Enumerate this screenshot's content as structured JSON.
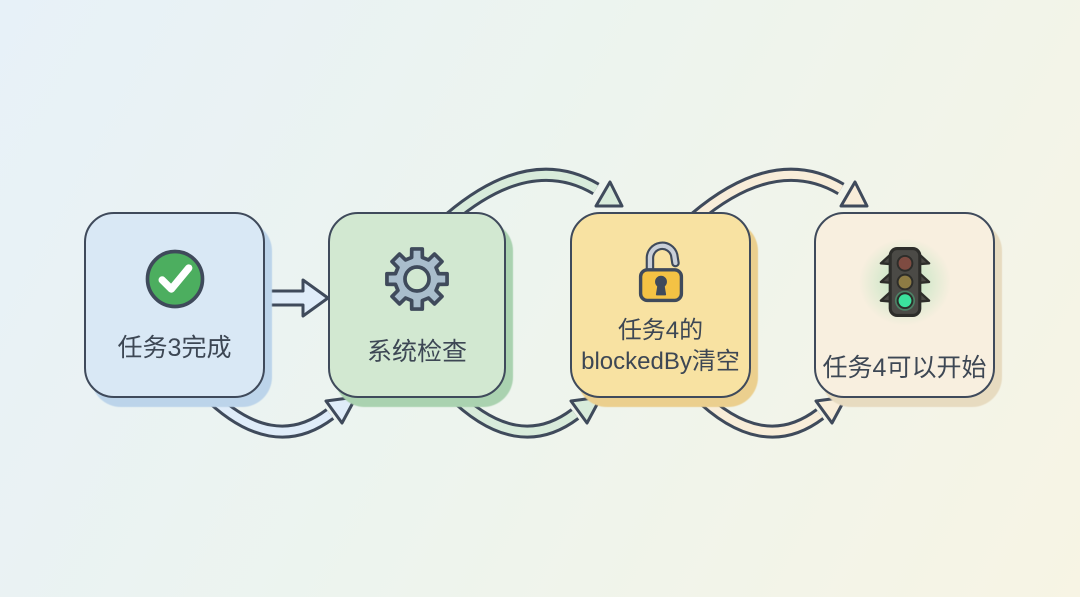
{
  "diagram_type": "flow-sequence",
  "nodes": [
    {
      "id": "task3-complete",
      "label": "任务3完成",
      "icon": "check-circle-icon"
    },
    {
      "id": "system-check",
      "label": "系统检查",
      "icon": "gear-icon"
    },
    {
      "id": "blockedby-clear",
      "label_line1": "任务4的",
      "label_line2": "blockedBy清空",
      "icon": "unlock-icon"
    },
    {
      "id": "task4-can-start",
      "label": "任务4可以开始",
      "icon": "traffic-light-icon"
    }
  ],
  "arrows": [
    {
      "from": "task3-complete",
      "to": "system-check",
      "position": "middle-straight",
      "color": "#dfecf9"
    },
    {
      "from": "task3-complete",
      "to": "system-check",
      "position": "bottom-curve",
      "color": "#dfecf9"
    },
    {
      "from": "system-check",
      "to": "blockedby-clear",
      "position": "top-curve",
      "color": "#d8ebdb"
    },
    {
      "from": "system-check",
      "to": "blockedby-clear",
      "position": "bottom-curve",
      "color": "#d8ebdb"
    },
    {
      "from": "blockedby-clear",
      "to": "task4-can-start",
      "position": "top-curve",
      "color": "#f8edd9"
    },
    {
      "from": "blockedby-clear",
      "to": "task4-can-start",
      "position": "bottom-curve",
      "color": "#f8edd9"
    }
  ],
  "colors": {
    "ink": "#3f4a5b",
    "text": "#3d4754",
    "bg_a": "#e7f1f8",
    "bg_b": "#edf4ee",
    "bg_c": "#f7f4e4",
    "node1_fill": "#d9e8f5",
    "node1_shadow": "#bcd4ea",
    "node2_fill": "#d2e8d1",
    "node2_shadow": "#aad2b0",
    "node3_fill": "#f8e2a2",
    "node3_shadow": "#ebcf8e",
    "node4_fill": "#f8efdf",
    "node4_shadow": "#e7dbc0",
    "arrow_blue": "#dfecf9",
    "arrow_green": "#d8ebdb",
    "arrow_cream": "#f8edd9",
    "check_green": "#4cae5f",
    "gear_fill": "#a9bdcc",
    "lock_body": "#f4c244",
    "lock_shackle": "#c9cfd8",
    "light_body": "#4b4a46",
    "light_red": "#7e4b41",
    "light_amber": "#8d7b44",
    "light_green": "#3be29d",
    "glow": "rgba(110,214,150,0.45)"
  }
}
